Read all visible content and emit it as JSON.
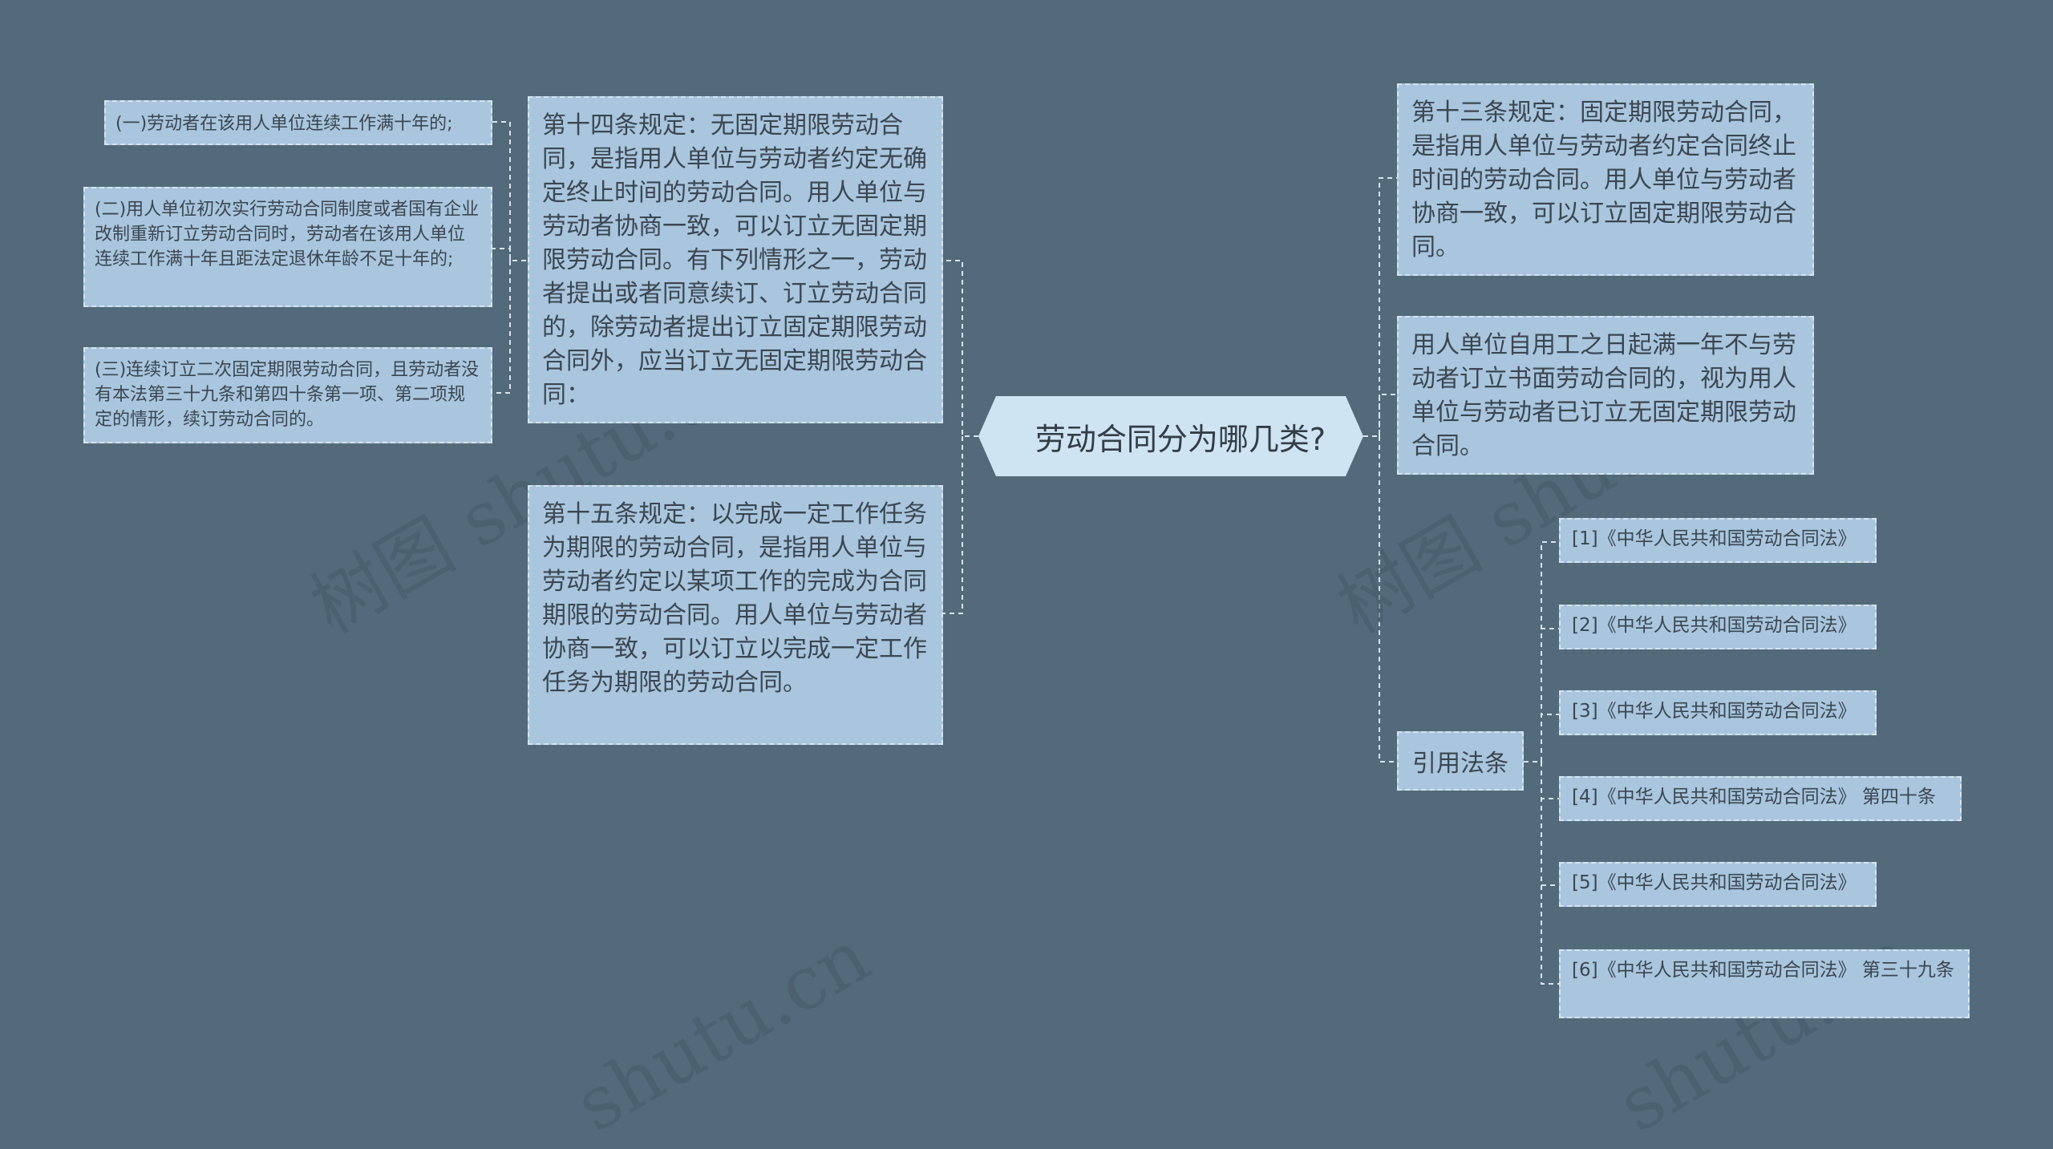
{
  "root": {
    "title": "劳动合同分为哪几类?"
  },
  "left": {
    "art14": "第十四条规定：无固定期限劳动合同，是指用人单位与劳动者约定无确定终止时间的劳动合同。用人单位与劳动者协商一致，可以订立无固定期限劳动合同。有下列情形之一，劳动者提出或者同意续订、订立劳动合同的，除劳动者提出订立固定期限劳动合同外，应当订立无固定期限劳动合同：",
    "art14_items": [
      "(一)劳动者在该用人单位连续工作满十年的;",
      "(二)用人单位初次实行劳动合同制度或者国有企业改制重新订立劳动合同时，劳动者在该用人单位连续工作满十年且距法定退休年龄不足十年的;",
      "(三)连续订立二次固定期限劳动合同，且劳动者没有本法第三十九条和第四十条第一项、第二项规定的情形，续订劳动合同的。"
    ],
    "art15": "第十五条规定：以完成一定工作任务为期限的劳动合同，是指用人单位与劳动者约定以某项工作的完成为合同期限的劳动合同。用人单位与劳动者协商一致，可以订立以完成一定工作任务为期限的劳动合同。"
  },
  "right": {
    "art13": "第十三条规定：固定期限劳动合同，是指用人单位与劳动者约定合同终止时间的劳动合同。用人单位与劳动者协商一致，可以订立固定期限劳动合同。",
    "unwritten": "用人单位自用工之日起满一年不与劳动者订立书面劳动合同的，视为用人单位与劳动者已订立无固定期限劳动合同。",
    "refs_label": "引用法条",
    "refs": [
      "[1]《中华人民共和国劳动合同法》",
      "[2]《中华人民共和国劳动合同法》",
      "[3]《中华人民共和国劳动合同法》",
      "[4]《中华人民共和国劳动合同法》 第四十条",
      "[5]《中华人民共和国劳动合同法》",
      "[6]《中华人民共和国劳动合同法》 第三十九条"
    ]
  },
  "watermarks": [
    "树图 shutu.cn",
    "树图 shutu.cn",
    "shutu.cn",
    "shutu.cn"
  ],
  "colors": {
    "background": "#536a7a",
    "node": "#a9c6de",
    "root": "#cfe4f3",
    "line": "#d7e5f0"
  }
}
